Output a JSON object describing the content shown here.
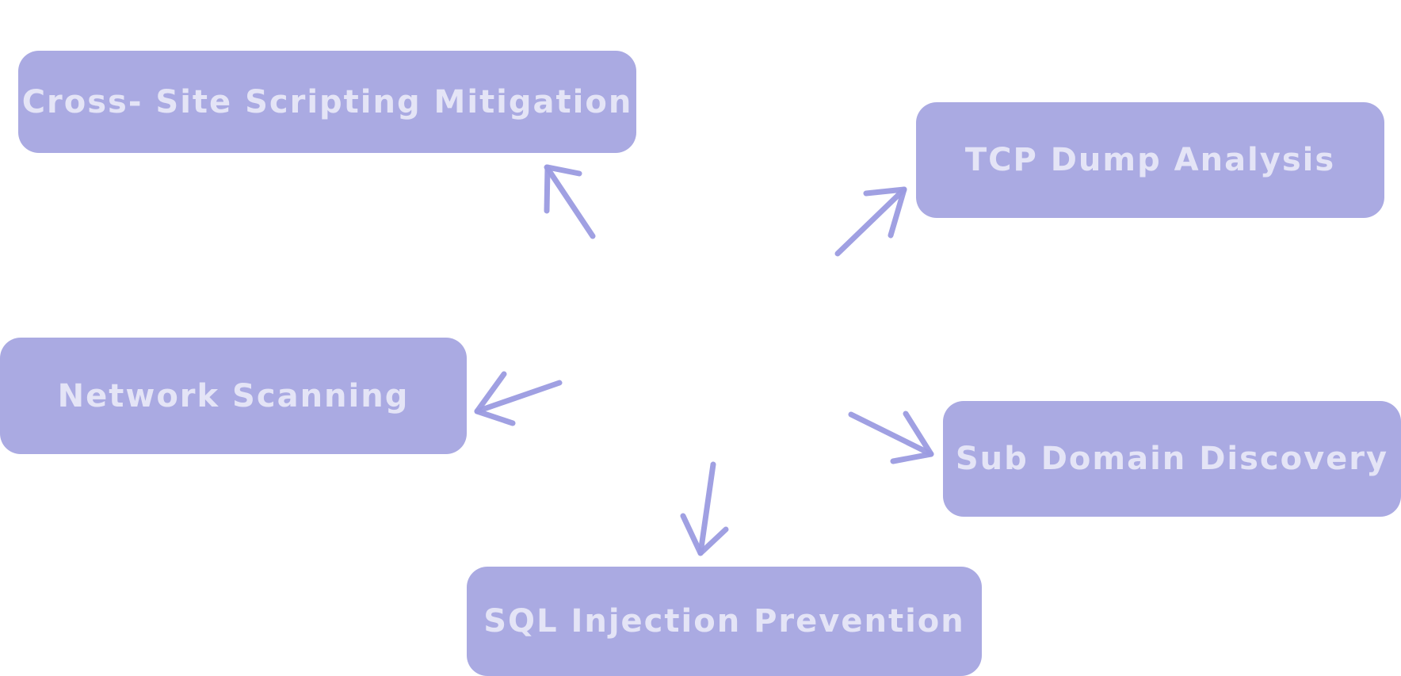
{
  "diagram": {
    "colors": {
      "node_fill": "#aaaae2",
      "node_text": "#e4e4f6",
      "arrow": "#9b9be0",
      "background": "#ffffff"
    },
    "nodes": [
      {
        "id": "xss",
        "label": "Cross- Site Scripting Mitigation"
      },
      {
        "id": "tcp",
        "label": "TCP Dump Analysis"
      },
      {
        "id": "network",
        "label": "Network Scanning"
      },
      {
        "id": "subdomain",
        "label": "Sub Domain Discovery"
      },
      {
        "id": "sqli",
        "label": "SQL Injection Prevention"
      }
    ],
    "edges": [
      {
        "from": "center",
        "to": "xss"
      },
      {
        "from": "center",
        "to": "tcp"
      },
      {
        "from": "center",
        "to": "network"
      },
      {
        "from": "center",
        "to": "subdomain"
      },
      {
        "from": "center",
        "to": "sqli"
      }
    ]
  }
}
